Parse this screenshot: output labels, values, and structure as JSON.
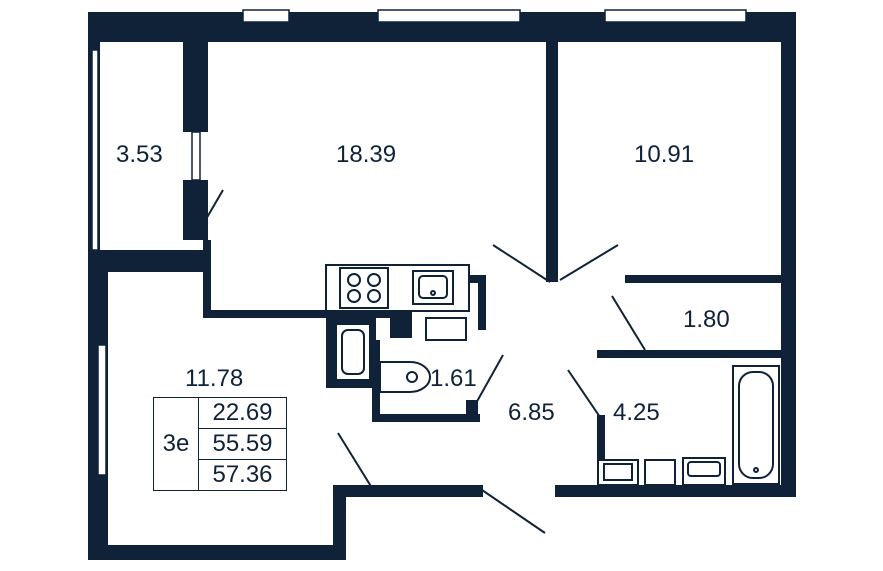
{
  "rooms": {
    "loggia": "3.53",
    "living_room": "18.39",
    "bedroom": "10.91",
    "kitchen": "11.78",
    "wc": "1.61",
    "hall": "6.85",
    "storage": "1.80",
    "bathroom": "4.25"
  },
  "summary": {
    "apartment_type": "3e",
    "living_area": "22.69",
    "total_area": "55.59",
    "total_area_with_loggia": "57.36"
  },
  "colors": {
    "walls": "#0f2238",
    "background": "#ffffff"
  }
}
